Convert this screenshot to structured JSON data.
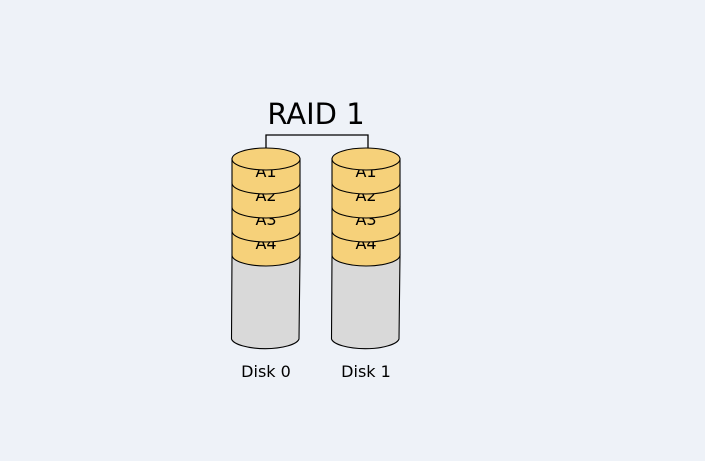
{
  "title": "RAID 1",
  "colors": {
    "background": "#eef2f8",
    "block_fill": "#f6d17a",
    "empty_fill": "#d9d9d9",
    "stroke": "#000000"
  },
  "disks": [
    {
      "name": "Disk 0",
      "blocks": [
        "A1",
        "A2",
        "A3",
        "A4"
      ]
    },
    {
      "name": "Disk 1",
      "blocks": [
        "A1",
        "A2",
        "A3",
        "A4"
      ]
    }
  ]
}
